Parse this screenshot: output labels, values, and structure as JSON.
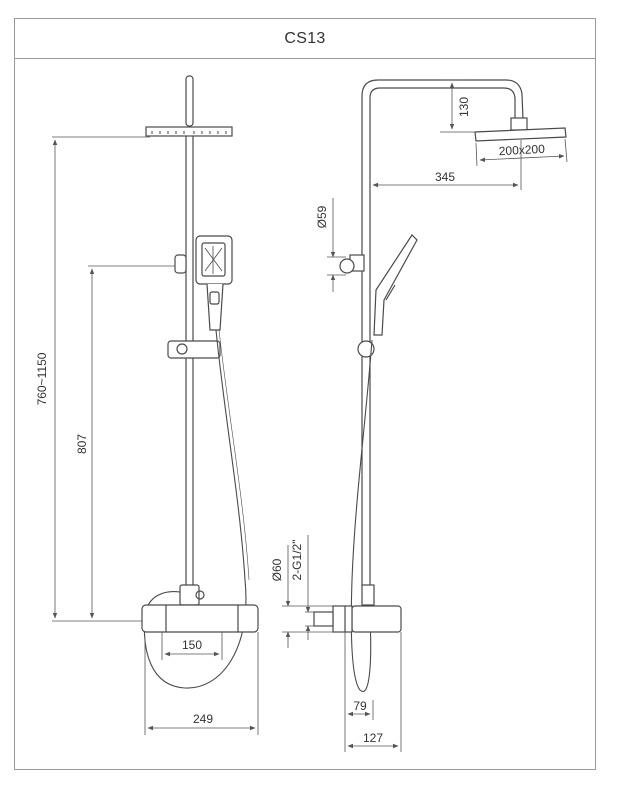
{
  "title": "CS13",
  "dimensions": {
    "height_range": "760~1150",
    "slide_height": "807",
    "inlet_spacing": "150",
    "overall_width": "249",
    "arm_drop": "130",
    "head_size": "200x200",
    "arm_reach": "345",
    "holder_dia": "Ø59",
    "escutcheon_dia": "Ø60",
    "inlet_thread": "2-G1/2\"",
    "depth_valve": "79",
    "depth_total": "127"
  },
  "colors": {
    "line": "#4a4a4a",
    "dim_line": "#555555",
    "frame": "#9a9a9a"
  }
}
